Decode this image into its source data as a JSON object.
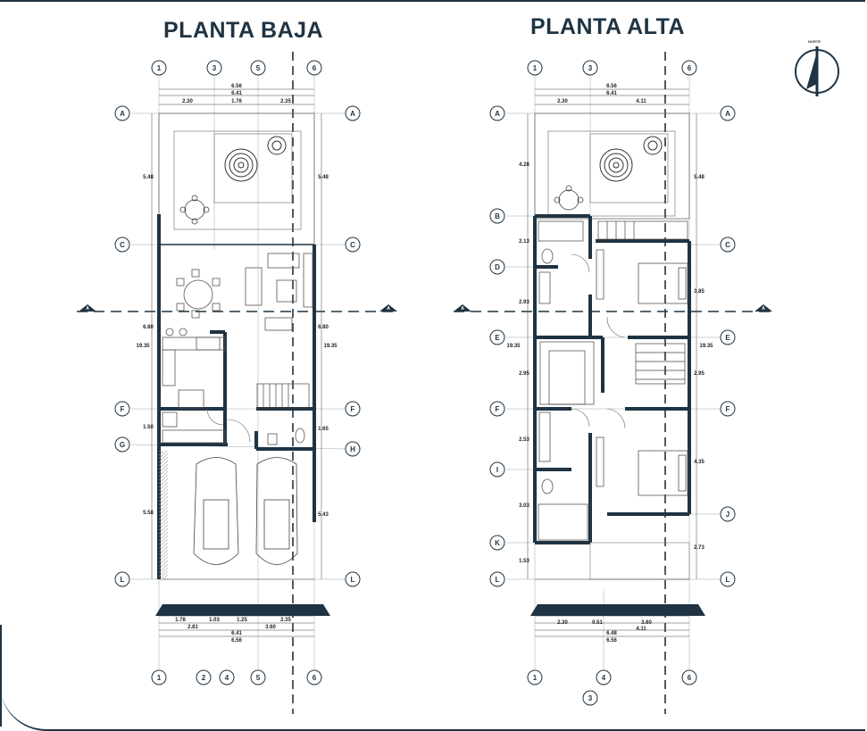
{
  "titles": {
    "ground_floor": "PLANTA BAJA",
    "upper_floor": "PLANTA ALTA",
    "north": "NORTE"
  },
  "colors": {
    "wall": "#1f3342",
    "line": "#555555",
    "accent": "#1f3342"
  },
  "ground": {
    "col_top": [
      "1",
      "3",
      "5",
      "6"
    ],
    "col_bottom": [
      "1",
      "2",
      "4",
      "5",
      "6"
    ],
    "rows_left": [
      "A",
      "C",
      "F",
      "G",
      "L"
    ],
    "rows_right": [
      "A",
      "C",
      "F",
      "H",
      "L"
    ],
    "dims_top": [
      "6.56",
      "6.41",
      "2.30",
      "1.76",
      "2.35"
    ],
    "dims_left": [
      "5.48",
      "6.80",
      "19.35",
      "1.50",
      "5.58"
    ],
    "dims_right": [
      "5.48",
      "6.80",
      "19.35",
      "1.65",
      "5.43"
    ],
    "dims_bottom": [
      "1.78",
      "1.03",
      "1.25",
      "2.35",
      "2.81",
      "3.60",
      "6.41",
      "6.56"
    ]
  },
  "upper": {
    "col_top": [
      "1",
      "3",
      "6"
    ],
    "col_bottom": [
      "1",
      "4",
      "3",
      "6"
    ],
    "rows_left": [
      "A",
      "B",
      "D",
      "E",
      "F",
      "I",
      "K",
      "L"
    ],
    "rows_right": [
      "A",
      "C",
      "E",
      "F",
      "J",
      "L"
    ],
    "dims_top": [
      "6.56",
      "6.41",
      "2.30",
      "4.11"
    ],
    "dims_left": [
      "4.28",
      "2.13",
      "2.93",
      "19.35",
      "2.95",
      "2.53",
      "3.03",
      "1.53"
    ],
    "dims_right": [
      "5.48",
      "3.85",
      "19.35",
      "2.95",
      "4.35",
      "2.73"
    ],
    "dims_bottom": [
      "2.30",
      "0.51",
      "3.60",
      "4.11",
      "6.48",
      "6.56"
    ]
  },
  "section_mark": "A"
}
